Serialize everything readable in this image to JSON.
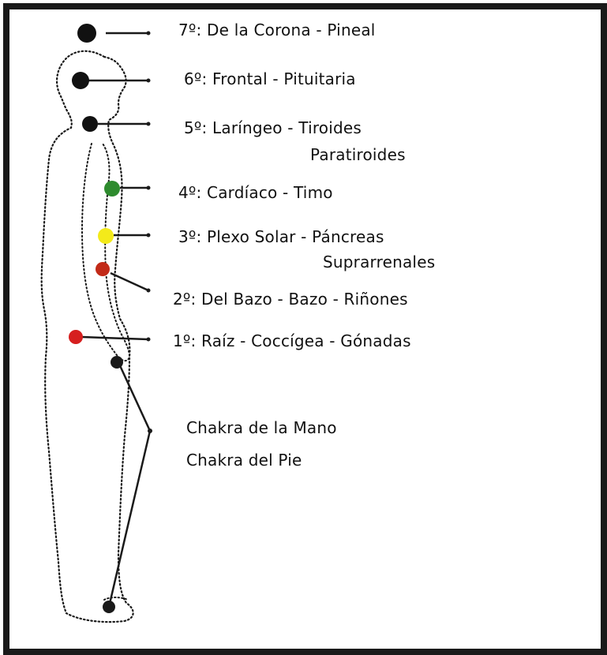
{
  "chakras": [
    {
      "label": "7º: De la Corona - Pineal",
      "color": "#111111"
    },
    {
      "label": "6º: Frontal - Pituitaria",
      "color": "#111111"
    },
    {
      "label": "5º: Laríngeo - Tiroides",
      "label_line2": "Paratiroides",
      "color": "#111111"
    },
    {
      "label": "4º: Cardíaco - Timo",
      "color": "#2e8b2e"
    },
    {
      "label": "3º: Plexo Solar - Páncreas",
      "label_line2": "Suprarrenales",
      "color": "#f3ea1a"
    },
    {
      "label": "2º: Del Bazo - Bazo - Riñones",
      "color": "#c22a18"
    },
    {
      "label": "1º: Raíz  - Coccígea - Gónadas",
      "color": "#d61f1f"
    }
  ],
  "extra": {
    "hand_label": "Chakra de la Mano",
    "foot_label": "Chakra del Pie"
  },
  "colors": {
    "frame": "#1a1a1a",
    "outline": "#1a1a1a",
    "text": "#111111"
  }
}
